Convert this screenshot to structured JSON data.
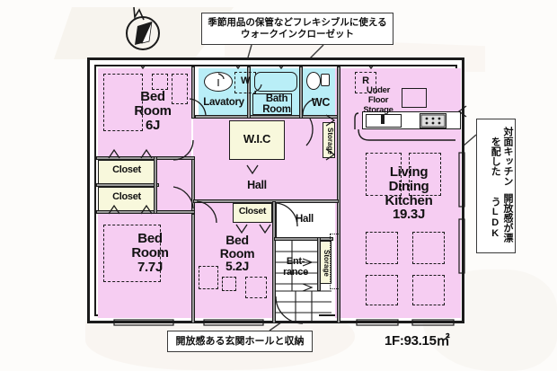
{
  "document": {
    "type": "floor-plan",
    "area_label": "1F:93.15㎡",
    "compass": "north-arrow"
  },
  "annotations": {
    "top": {
      "line1": "季節用品の保管などフレキシブルに使える",
      "line2": "ウォークインクローゼット"
    },
    "right": {
      "col1": "対面キッチンを配した",
      "col2": "開放感が漂うLDK"
    },
    "bottom": {
      "text": "開放感ある玄関ホールと収納"
    }
  },
  "rooms": {
    "bed6": {
      "line1": "Bed",
      "line2": "Room",
      "line3": "6J"
    },
    "bed77": {
      "line1": "Bed",
      "line2": "Room",
      "line3": "7.7J"
    },
    "bed52": {
      "line1": "Bed",
      "line2": "Room",
      "line3": "5.2J"
    },
    "ldk": {
      "line1": "Living",
      "line2": "Dining",
      "line3": "Kitchen",
      "line4": "19.3J"
    },
    "lavatory": "Lavatory",
    "bathroom": {
      "line1": "Bath",
      "line2": "Room"
    },
    "wc": "WC",
    "wic": "W.I.C",
    "hall_main": "Hall",
    "hall_entry": "Hall",
    "entrance": {
      "line1": "Ent-",
      "line2": "rance"
    },
    "closet_top": "Closet",
    "closet_mid": "Closet",
    "closet_bed52": "Closet",
    "storage_hall": "Storage",
    "storage_entry": "Storage",
    "under_floor_storage": {
      "line1": "Under",
      "line2": "Floor",
      "line3": "Storage"
    }
  },
  "fixtures": {
    "washer": "W",
    "refrigerator": "R"
  },
  "colors": {
    "room_pink": "#f6cdf2",
    "wet_cyan": "#b9eef7",
    "storage_cream": "#f8f8dc",
    "wall": "#9a9a9a",
    "outline": "#1b1b1b",
    "page_bg": "#fdfcfa"
  }
}
